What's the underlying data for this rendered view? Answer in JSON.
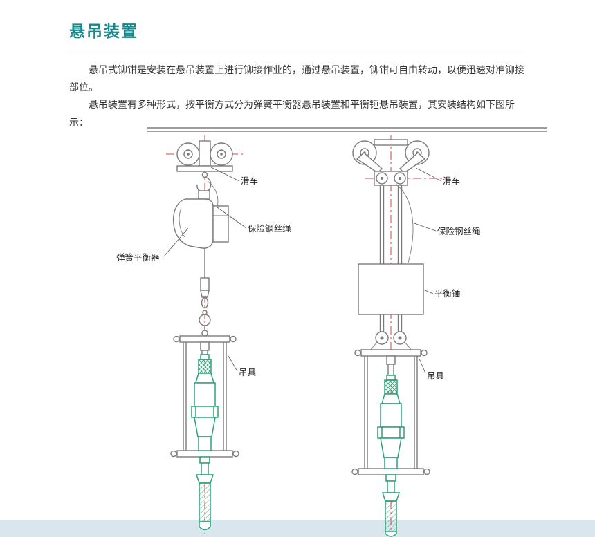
{
  "document": {
    "title": "悬吊装置",
    "paragraphs": [
      "悬吊式铆钳是安装在悬吊装置上进行铆接作业的，通过悬吊装置，铆钳可自由转动，以便迅速对准铆接部位。",
      "悬吊装置有多种形式，按平衡方式分为弹簧平衡器悬吊装置和平衡锤悬吊装置，其安装结构如下图所示："
    ]
  },
  "diagram": {
    "labels": {
      "trolley_left": "滑车",
      "safety_rope_left": "保险钢丝绳",
      "spring_balancer": "弹簧平衡器",
      "hanger_left": "吊具",
      "trolley_right": "滑车",
      "safety_rope_right": "保险钢丝绳",
      "counterweight": "平衡锤",
      "hanger_right": "吊具"
    }
  },
  "colors": {
    "title": "#17898c",
    "text": "#333333",
    "line": "#7b7b7b",
    "green": "#2ba377",
    "centerline": "#cf4a3c",
    "footer": "#d9e6ee",
    "rule": "#cccccc",
    "label": "#222222"
  }
}
